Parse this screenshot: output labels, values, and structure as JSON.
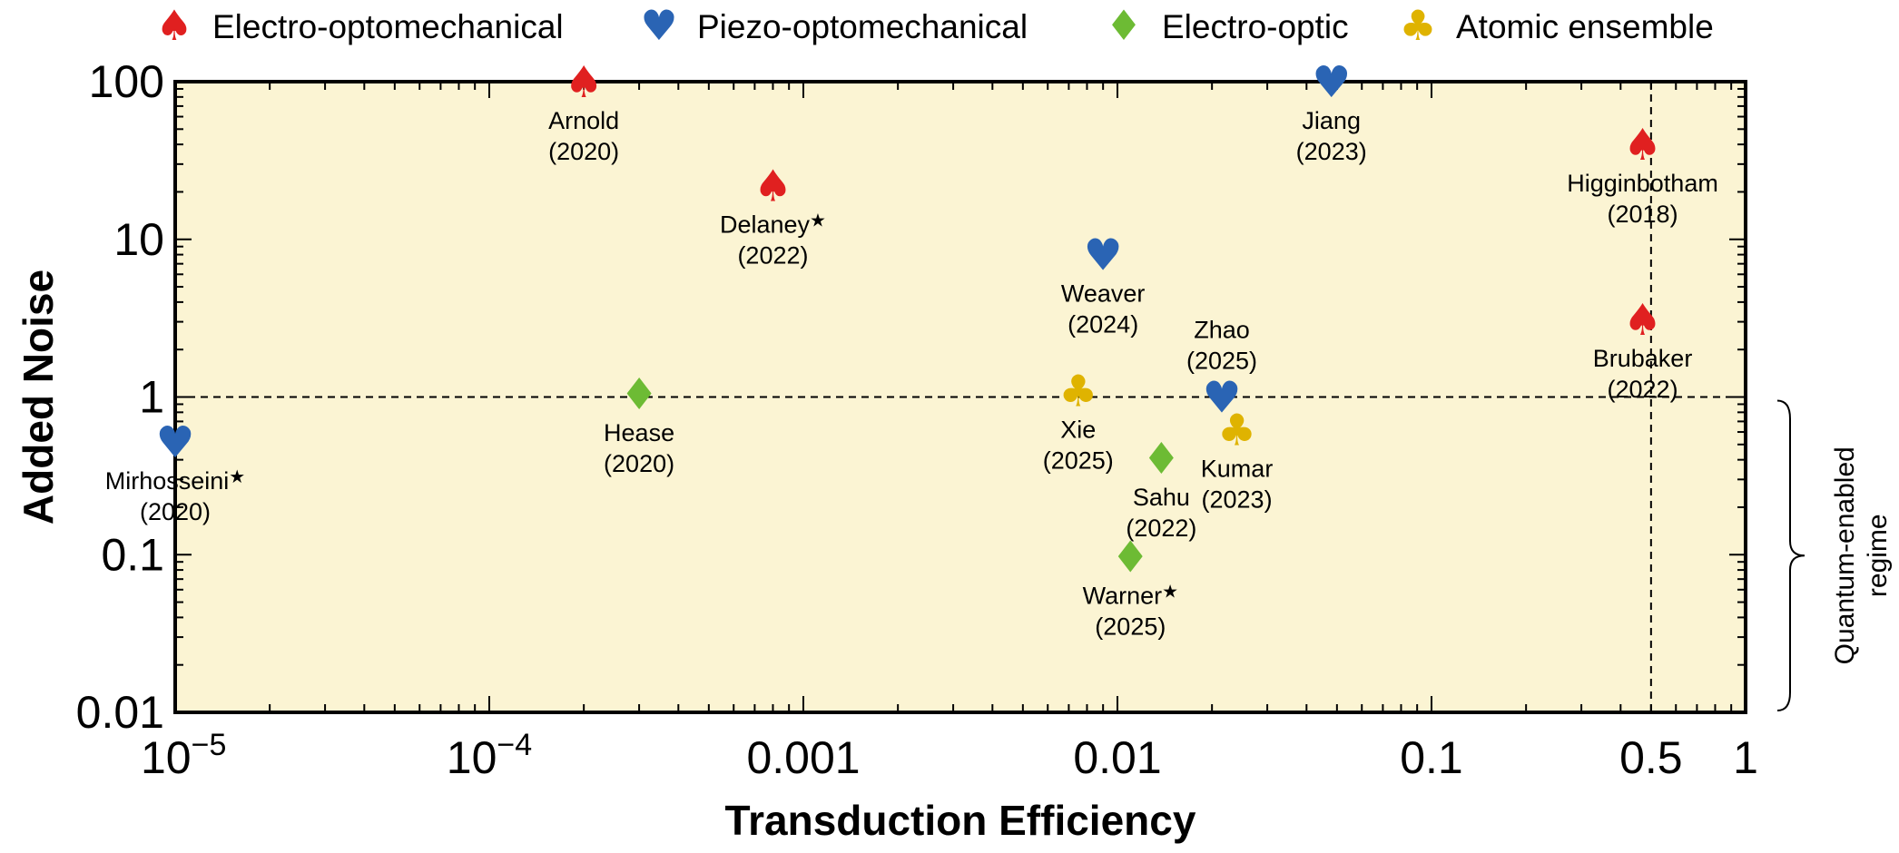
{
  "chart_data": {
    "type": "scatter",
    "xlabel": "Transduction Efficiency",
    "ylabel": "Added Noise",
    "x_scale": "log",
    "y_scale": "log",
    "xlim": [
      1e-05,
      1
    ],
    "ylim": [
      0.01,
      100
    ],
    "x_ticks": [
      {
        "value": 1e-05,
        "label": "10",
        "sup": "−5"
      },
      {
        "value": 0.0001,
        "label": "10",
        "sup": "−4"
      },
      {
        "value": 0.001,
        "label": "0.001",
        "sup": ""
      },
      {
        "value": 0.01,
        "label": "0.01",
        "sup": ""
      },
      {
        "value": 0.1,
        "label": "0.1",
        "sup": ""
      },
      {
        "value": 0.5,
        "label": "0.5",
        "sup": ""
      },
      {
        "value": 1,
        "label": "1",
        "sup": ""
      }
    ],
    "y_ticks": [
      {
        "value": 100,
        "label": "100"
      },
      {
        "value": 10,
        "label": "10"
      },
      {
        "value": 1,
        "label": "1"
      },
      {
        "value": 0.1,
        "label": "0.1"
      },
      {
        "value": 0.01,
        "label": "0.01"
      }
    ],
    "grid": false,
    "legend_position": "top",
    "plot_background": "#FBF4D3",
    "reference_lines": [
      {
        "axis": "y",
        "value": 1,
        "style": "dashed"
      },
      {
        "axis": "x",
        "value": 0.5,
        "style": "dashed"
      }
    ],
    "bracket_annotation": {
      "text_line1": "Quantum-enabled",
      "text_line2": "regime",
      "y_range": [
        0.01,
        1
      ]
    },
    "series": [
      {
        "name": "Electro-optomechanical",
        "marker": "spade",
        "glyph": "♠",
        "color": "#E02020",
        "points": [
          {
            "x": 0.0002,
            "y": 100,
            "label": "Arnold",
            "year": "(2020)",
            "star": false,
            "label_pos": "below"
          },
          {
            "x": 0.0008,
            "y": 22,
            "label": "Delaney",
            "year": "(2022)",
            "star": true,
            "label_pos": "below"
          },
          {
            "x": 0.47,
            "y": 40,
            "label": "Higginbotham",
            "year": "(2018)",
            "star": false,
            "label_pos": "below"
          },
          {
            "x": 0.47,
            "y": 3.1,
            "label": "Brubaker",
            "year": "(2022)",
            "star": false,
            "label_pos": "below"
          }
        ]
      },
      {
        "name": "Piezo-optomechanical",
        "marker": "heart",
        "glyph": "♥",
        "color": "#2A64B4",
        "points": [
          {
            "x": 0.048,
            "y": 100,
            "label": "Jiang",
            "year": "(2023)",
            "star": false,
            "label_pos": "below"
          },
          {
            "x": 0.009,
            "y": 8,
            "label": "Weaver",
            "year": "(2024)",
            "star": false,
            "label_pos": "below"
          },
          {
            "x": 0.0215,
            "y": 1,
            "label": "Zhao",
            "year": "(2025)",
            "star": false,
            "label_pos": "above"
          },
          {
            "x": 1e-05,
            "y": 0.52,
            "label": "Mirhosseini",
            "year": "(2020)",
            "star": true,
            "label_pos": "below"
          }
        ]
      },
      {
        "name": "Electro-optic",
        "marker": "diamond",
        "glyph": "♦",
        "color": "#6DBB34",
        "points": [
          {
            "x": 0.0003,
            "y": 1.05,
            "label": "Hease",
            "year": "(2020)",
            "star": false,
            "label_pos": "below"
          },
          {
            "x": 0.0138,
            "y": 0.41,
            "label": "Sahu",
            "year": "(2022)",
            "star": false,
            "label_pos": "below"
          },
          {
            "x": 0.011,
            "y": 0.097,
            "label": "Warner",
            "year": "(2025)",
            "star": true,
            "label_pos": "below"
          }
        ]
      },
      {
        "name": "Atomic ensemble",
        "marker": "club",
        "glyph": "♣",
        "color": "#DFB300",
        "points": [
          {
            "x": 0.0075,
            "y": 1.1,
            "label": "Xie",
            "year": "(2025)",
            "star": false,
            "label_pos": "below"
          },
          {
            "x": 0.024,
            "y": 0.62,
            "label": "Kumar",
            "year": "(2023)",
            "star": false,
            "label_pos": "below"
          }
        ]
      }
    ]
  }
}
